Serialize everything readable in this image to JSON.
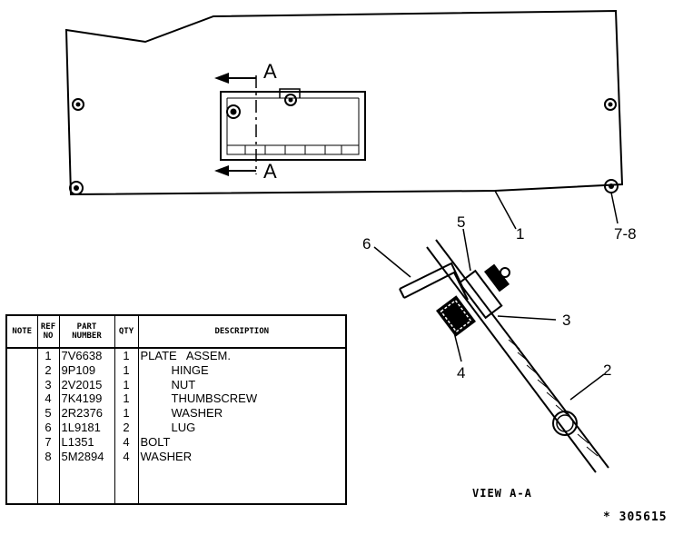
{
  "section_markers": {
    "top": "A",
    "bottom": "A"
  },
  "callouts": {
    "c1": "1",
    "c78": "7-8",
    "c6": "6",
    "c5": "5",
    "c3": "3",
    "c4": "4",
    "c2": "2"
  },
  "view_caption": "VIEW A-A",
  "drawing_number": "* 305615",
  "table": {
    "headers": {
      "note": "NOTE",
      "ref_a": "REF",
      "ref_b": "NO",
      "part_a": "PART",
      "part_b": "NUMBER",
      "qty": "QTY",
      "desc": "DESCRIPTION"
    },
    "rows": [
      {
        "ref": "1",
        "part": "7V6638",
        "qty": "1",
        "desc": "PLATE   ASSEM."
      },
      {
        "ref": "2",
        "part": "9P109",
        "qty": "1",
        "desc": "HINGE"
      },
      {
        "ref": "3",
        "part": "2V2015",
        "qty": "1",
        "desc": "NUT"
      },
      {
        "ref": "4",
        "part": "7K4199",
        "qty": "1",
        "desc": "THUMBSCREW"
      },
      {
        "ref": "5",
        "part": "2R2376",
        "qty": "1",
        "desc": "WASHER"
      },
      {
        "ref": "6",
        "part": "1L9181",
        "qty": "2",
        "desc": "LUG"
      },
      {
        "ref": "7",
        "part": "L1351",
        "qty": "4",
        "desc": "BOLT"
      },
      {
        "ref": "8",
        "part": "5M2894",
        "qty": "4",
        "desc": "WASHER"
      }
    ]
  }
}
